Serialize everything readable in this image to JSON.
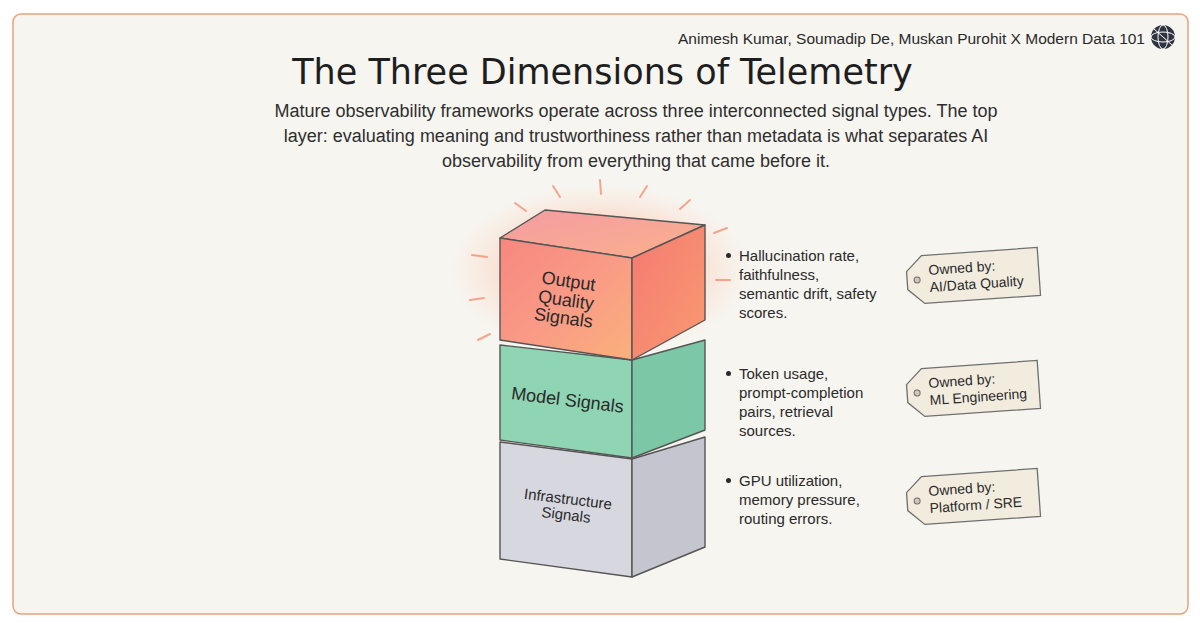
{
  "diagram": {
    "title": "The Three Dimensions of Telemetry",
    "caption": "Mature observability frameworks operate across three interconnected signal types. The top layer: evaluating meaning and trustworthiness rather than metadata is what separates AI observability from everything that came before it.",
    "nodes": [
      {
        "text": [
          "Output Quality Signals"
        ]
      },
      {
        "text": [
          "Owned by:",
          "AI/Data Quality"
        ]
      },
      {
        "text": [
          "Model Signals"
        ]
      },
      {
        "text": [
          "Owned by:",
          "ML Engineering"
        ]
      },
      {
        "text": [
          "Infrastructure Signals"
        ]
      },
      {
        "text": [
          "Owned by:",
          "Platform / SRE"
        ]
      }
    ],
    "labels": [
      "Animesh Kumar, Soumadip De, Muskan Purohit X Modern Data 101",
      "Hallucination rate, faithfulness, semantic drift, safety scores.",
      "Token usage, prompt-completion pairs, retrieval sources.",
      "GPU utilization, memory pressure, routing errors."
    ]
  }
}
